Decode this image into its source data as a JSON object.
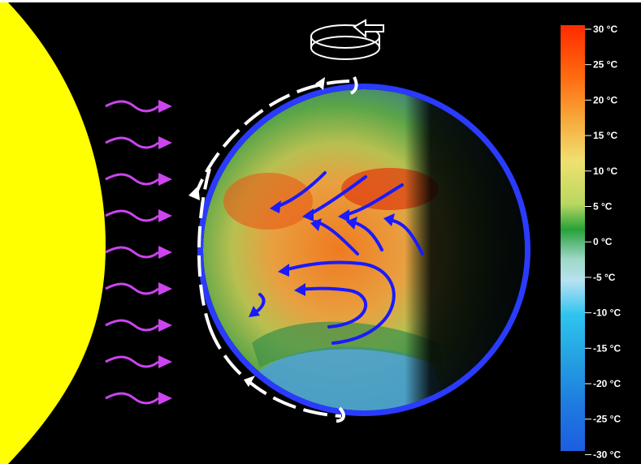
{
  "colors": {
    "background": "#000000",
    "sun": "#ffff00",
    "sunlight_arrows": "#cc44ee",
    "wind_arrows": "#1a1aff",
    "atmosphere_ring": "#2a3bff",
    "circulation_arrows": "#ffffff"
  },
  "icons": {
    "sun": "sun-shape",
    "rotation": "rotation-cylinder-icon",
    "globe": "earth-temperature-map"
  },
  "color_scale": {
    "labels": [
      "30 °C",
      "25 °C",
      "20 °C",
      "15 °C",
      "10 °C",
      "5 °C",
      "0 °C",
      "-5 °C",
      "-10 °C",
      "-15 °C",
      "-20 °C",
      "-25 °C",
      "-30 °C"
    ],
    "gradient": [
      "#ff2a00",
      "#ff6a10",
      "#f7a83a",
      "#f0e070",
      "#b8d860",
      "#27a13a",
      "#b7e2f0",
      "#2fc4ef",
      "#239be0",
      "#1e78e0",
      "#1c5ee0"
    ]
  }
}
